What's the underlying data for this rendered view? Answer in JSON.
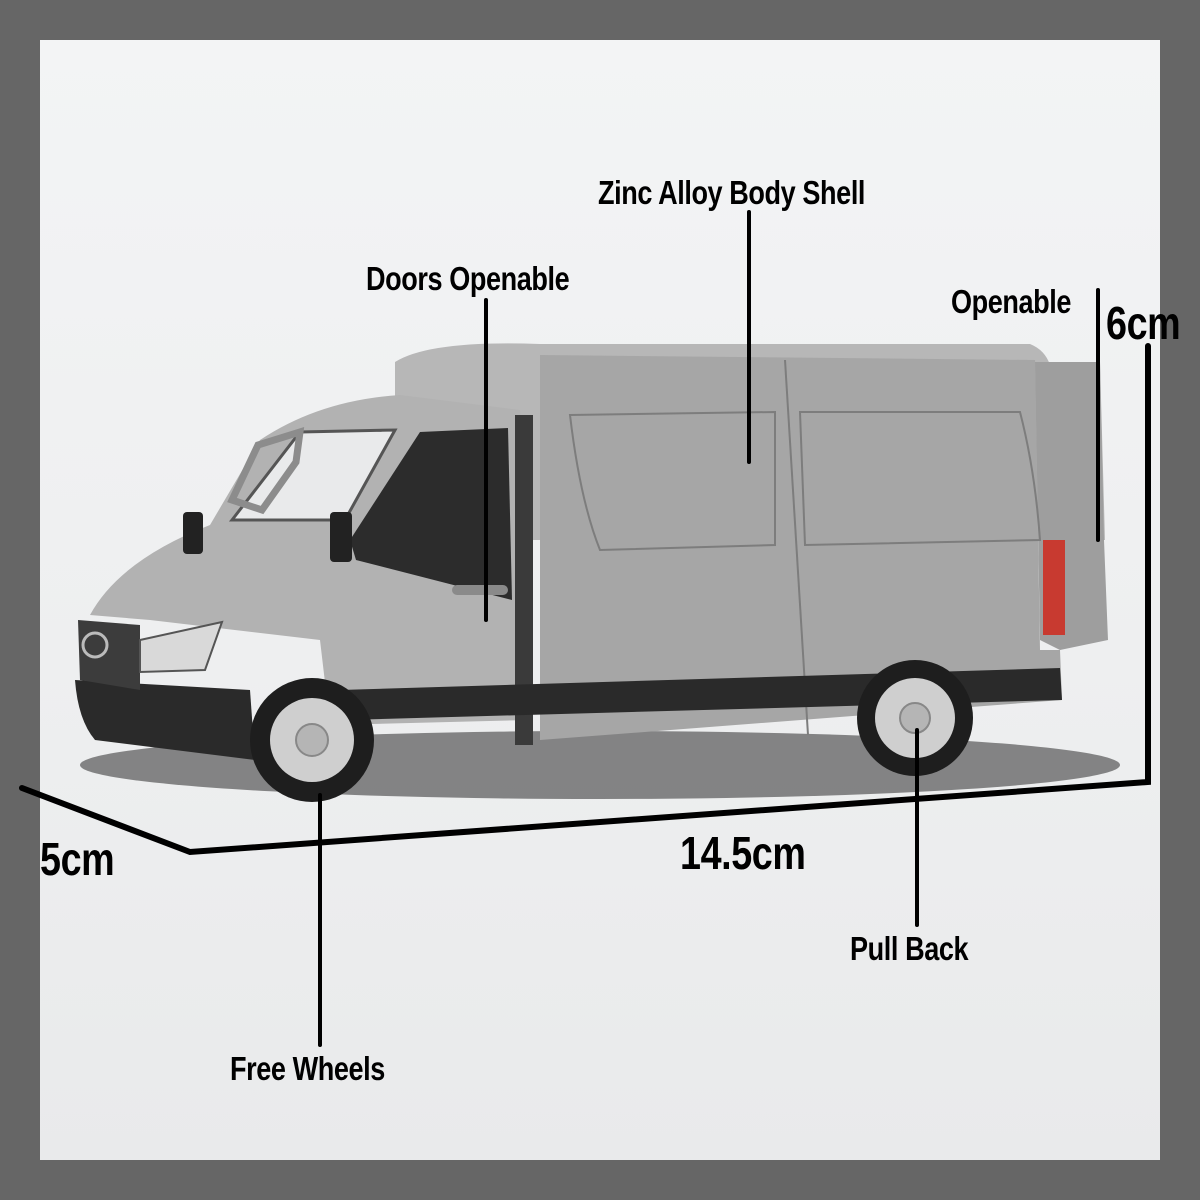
{
  "image": {
    "subject": "Silver die-cast model delivery van (side view) with feature annotations and dimensions",
    "colors": {
      "outer_background": "#666666",
      "photo_background": "#f1f2f3",
      "van_body": "#a9a9a9",
      "van_trim": "#2a2a2a",
      "tail_light": "#c83a30",
      "annotation": "#000000"
    }
  },
  "annotations": {
    "body_shell": "Zinc Alloy Body Shell",
    "doors": "Doors Openable",
    "rear_door": "Openable",
    "front_wheels": "Free Wheels",
    "rear_wheels": "Pull Back"
  },
  "dimensions": {
    "height": "6cm",
    "length": "14.5cm",
    "width": "5cm"
  }
}
